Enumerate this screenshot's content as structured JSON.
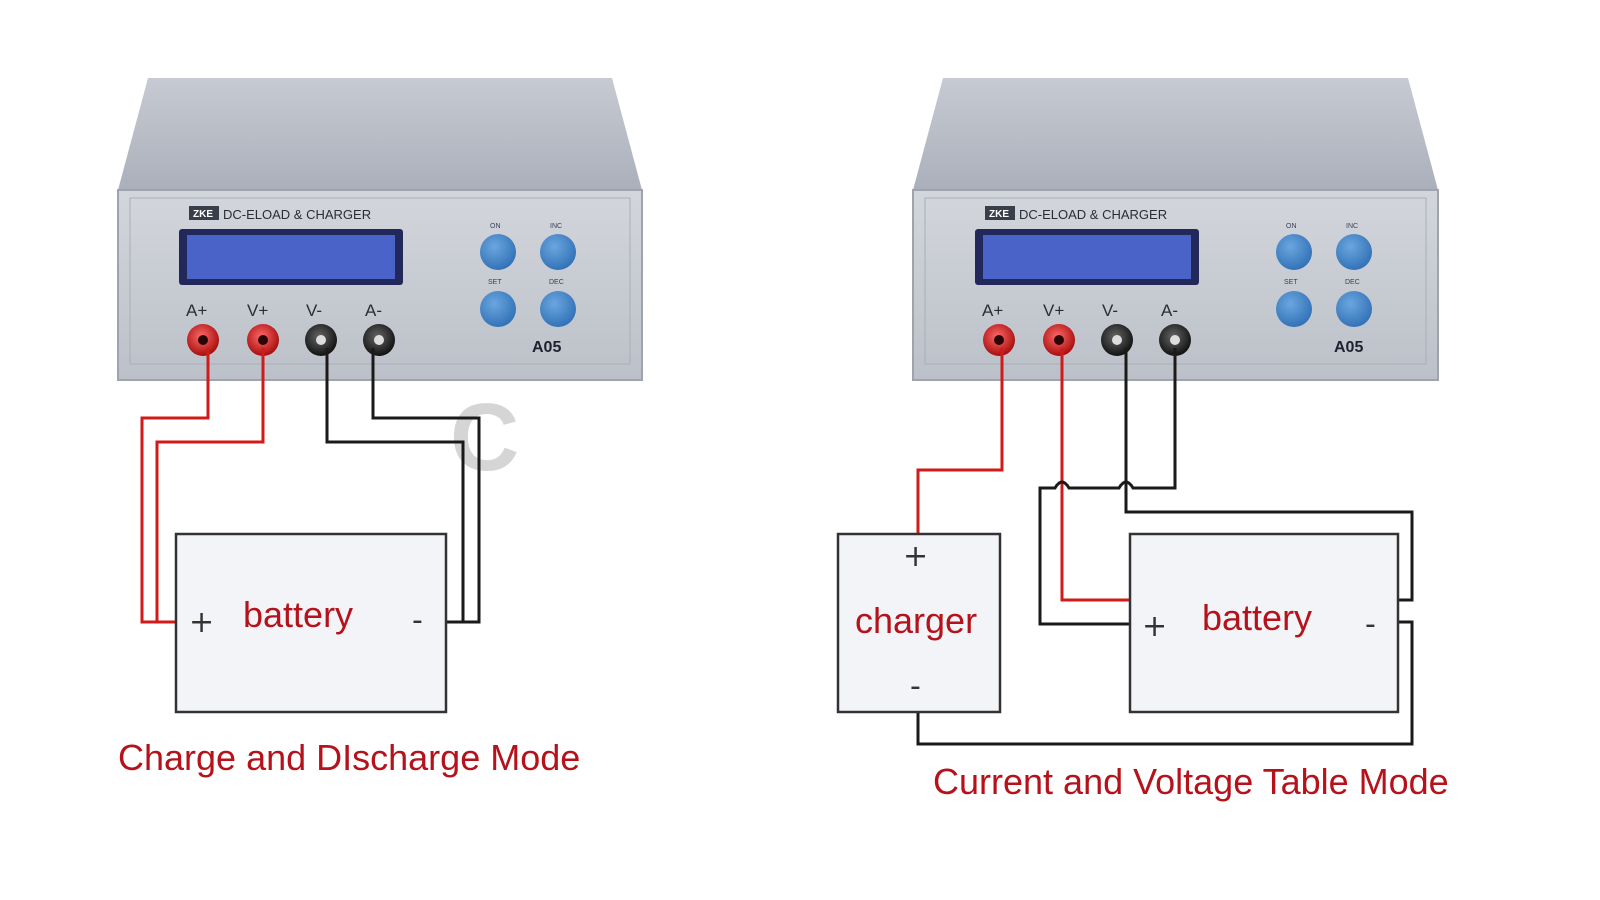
{
  "watermark": "C",
  "colors": {
    "red_wire": "#d11a1a",
    "black_wire": "#1a1a1a",
    "caption_text": "#b5121b",
    "device_body": "#b9bdc6",
    "lcd_screen": "#4a63c8",
    "button_blue": "#3d7fc4"
  },
  "devices": [
    {
      "brand_box": "ZKE",
      "brand": "DC-ELOAD & CHARGER",
      "model": "A05",
      "terminals": [
        "A+",
        "V+",
        "V-",
        "A-"
      ],
      "buttons": [
        "ON",
        "INC",
        "SET",
        "DEC"
      ]
    },
    {
      "brand_box": "ZKE",
      "brand": "DC-ELOAD & CHARGER",
      "model": "A05",
      "terminals": [
        "A+",
        "V+",
        "V-",
        "A-"
      ],
      "buttons": [
        "ON",
        "INC",
        "SET",
        "DEC"
      ]
    }
  ],
  "left_diagram": {
    "battery_label": "battery",
    "plus": "+",
    "minus": "-",
    "caption": "Charge and DIscharge Mode"
  },
  "right_diagram": {
    "charger_label": "charger",
    "charger_plus": "+",
    "charger_minus": "-",
    "battery_label": "battery",
    "battery_plus": "+",
    "battery_minus": "-",
    "caption": "Current and Voltage Table Mode"
  }
}
